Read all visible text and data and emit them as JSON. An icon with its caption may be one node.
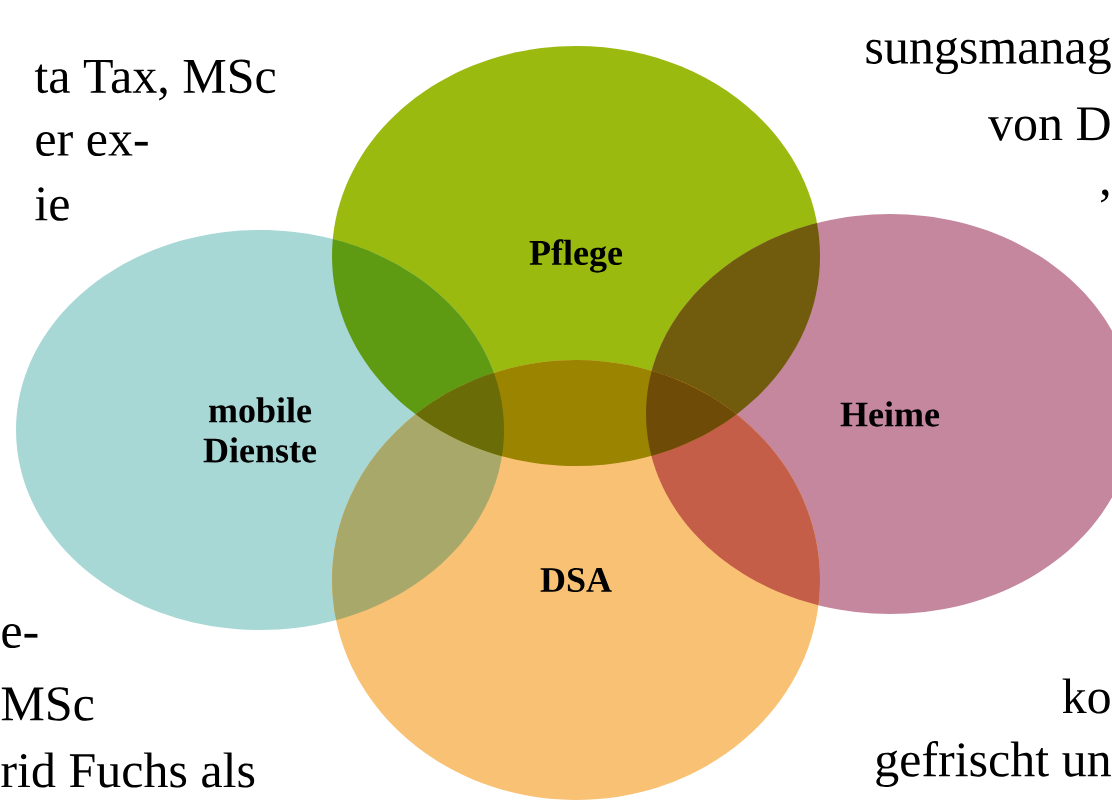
{
  "diagram": {
    "nodes": [
      {
        "text": [
          "Pflege"
        ]
      },
      {
        "text": [
          "mobile Dienste"
        ]
      },
      {
        "text": [
          "Heime"
        ]
      },
      {
        "text": [
          "DSA"
        ]
      }
    ],
    "labels": [
      "ta Tax, MSc",
      "sungsmanag",
      "er ex-",
      "von D",
      "ie",
      ",",
      "e-",
      "ko",
      "MSc",
      "gefrischt un",
      "rid Fuchs als"
    ]
  }
}
